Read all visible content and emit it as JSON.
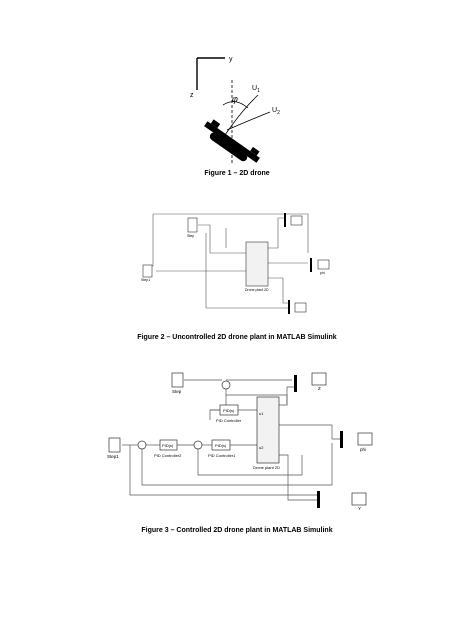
{
  "fig1": {
    "caption": "Figure 1 – 2D drone",
    "axis_y": "y",
    "axis_z": "z",
    "angle_label": "φ",
    "u1": "U",
    "u1_sub": "1",
    "u2": "U",
    "u2_sub": "2"
  },
  "fig2": {
    "caption": "Figure 2 – Uncontrolled 2D drone plant in MATLAB Simulink",
    "step_top": "Step",
    "step_left": "Step1",
    "plant_label": "Drone plant 2D",
    "scope_label": "phi"
  },
  "fig3": {
    "caption": "Figure 3 – Controlled 2D drone plant in MATLAB Simulink",
    "step_top": "Step",
    "step_left": "Step1",
    "pid_top": "PID(s)",
    "pid_top_label": "PID Controller",
    "pid2": "PID(s)",
    "pid2_label": "PID Controller2",
    "pid1": "PID(s)",
    "pid1_label": "PID Controller1",
    "plant_label": "Drone plant 2D",
    "scope_z": "Z",
    "scope_phi": "phi",
    "scope_y": "Y",
    "port_u1": "u1",
    "port_u2": "u2"
  }
}
